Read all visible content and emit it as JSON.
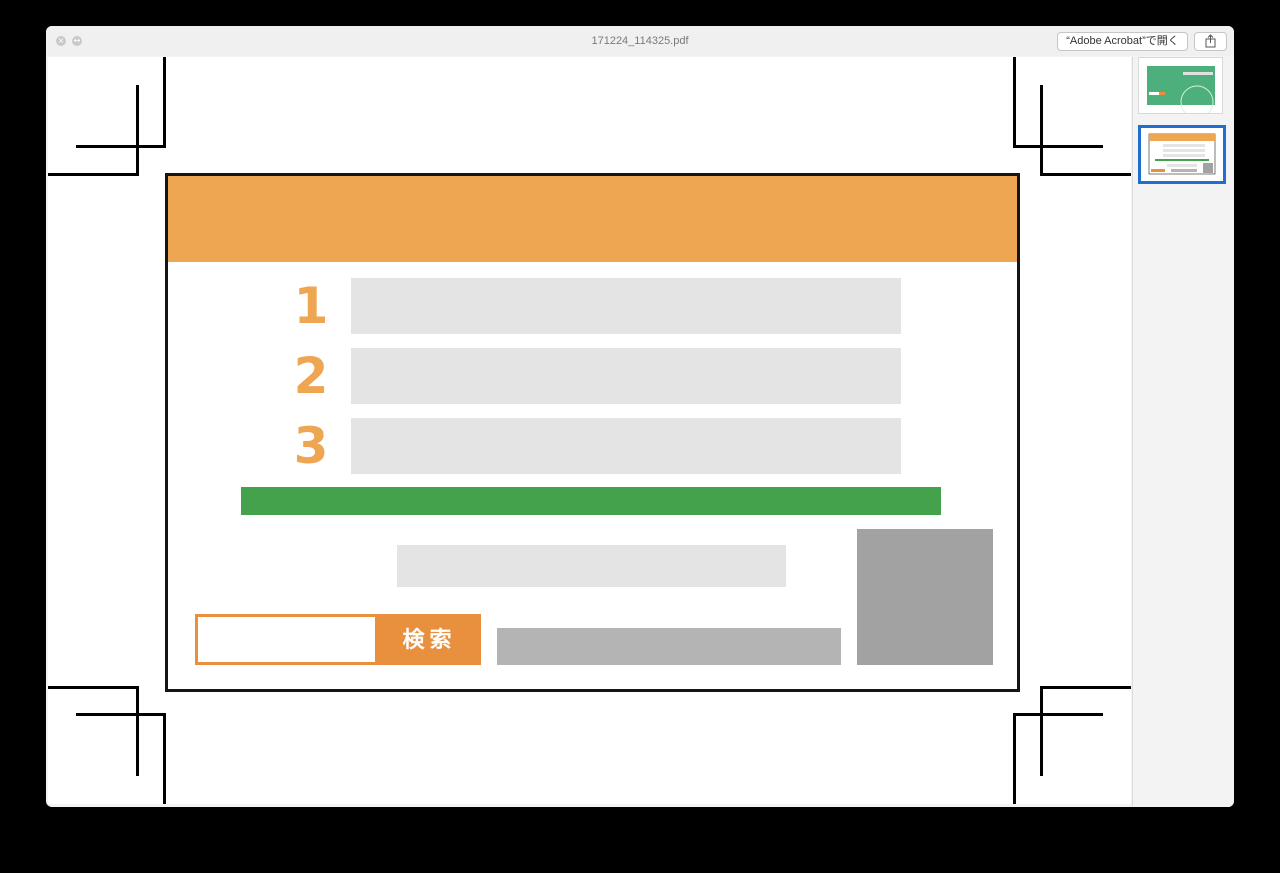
{
  "window": {
    "title": "171224_114325.pdf",
    "open_in_button": "“Adobe Acrobat”で開く",
    "share_icon": "share-icon",
    "close_icon": "close-icon",
    "minimize_icon": "minimize-icon"
  },
  "document": {
    "list_numbers": [
      "1",
      "2",
      "3"
    ],
    "search_button_label": "検索",
    "colors": {
      "header": "#eea652",
      "accent_orange": "#e8903e",
      "green_bar": "#43a24b"
    }
  },
  "sidebar": {
    "thumbnails": [
      {
        "page": 1,
        "selected": false
      },
      {
        "page": 2,
        "selected": true
      }
    ]
  }
}
